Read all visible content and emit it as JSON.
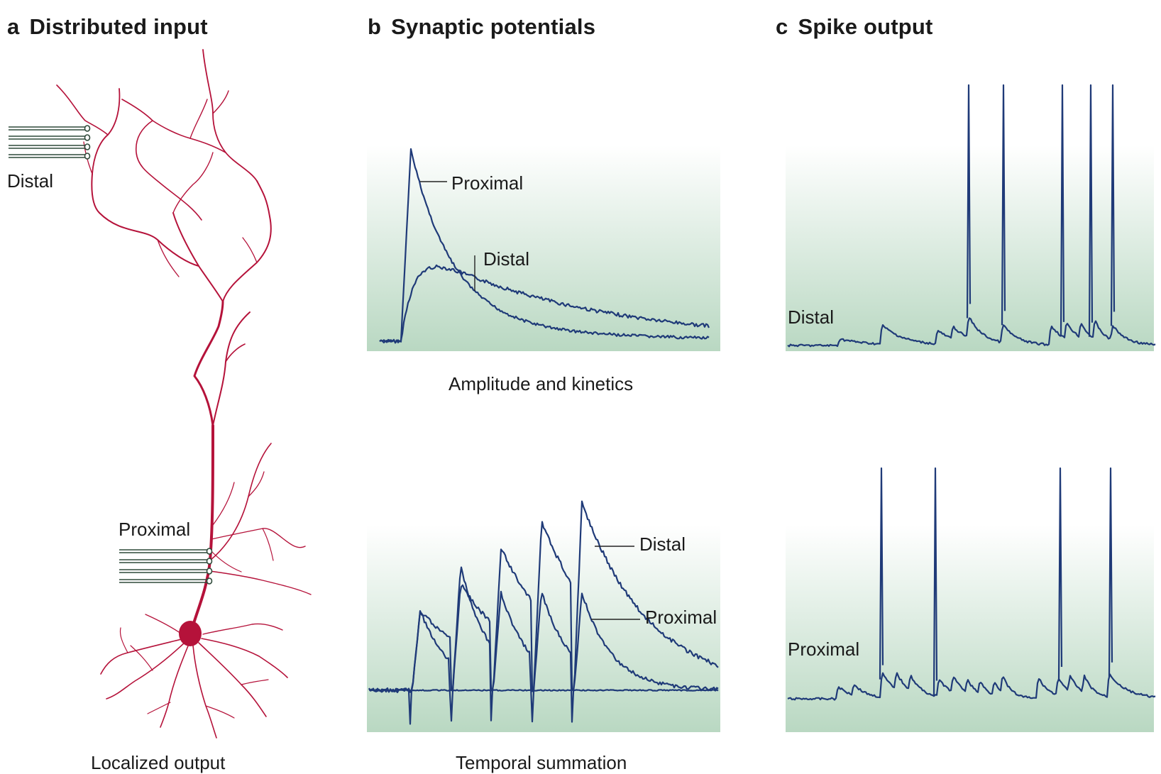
{
  "panels": {
    "a": {
      "letter": "a",
      "title": "Distributed input"
    },
    "b": {
      "letter": "b",
      "title": "Synaptic potentials"
    },
    "c": {
      "letter": "c",
      "title": "Spike output"
    }
  },
  "neuron": {
    "distal_label": "Distal",
    "proximal_label": "Proximal",
    "caption": "Localized output"
  },
  "synaptic": {
    "top": {
      "proximal_label": "Proximal",
      "distal_label": "Distal",
      "caption": "Amplitude and kinetics"
    },
    "bottom": {
      "distal_label": "Distal",
      "proximal_label": "Proximal",
      "caption": "Temporal summation"
    }
  },
  "spike": {
    "top": {
      "label": "Distal"
    },
    "bottom": {
      "label": "Proximal"
    }
  },
  "colors": {
    "neuron": "#b5123a",
    "trace": "#1f3a78",
    "plot_top": "#ffffff",
    "plot_bottom": "#b9d8c2",
    "electrode": "#2f4a3a"
  }
}
